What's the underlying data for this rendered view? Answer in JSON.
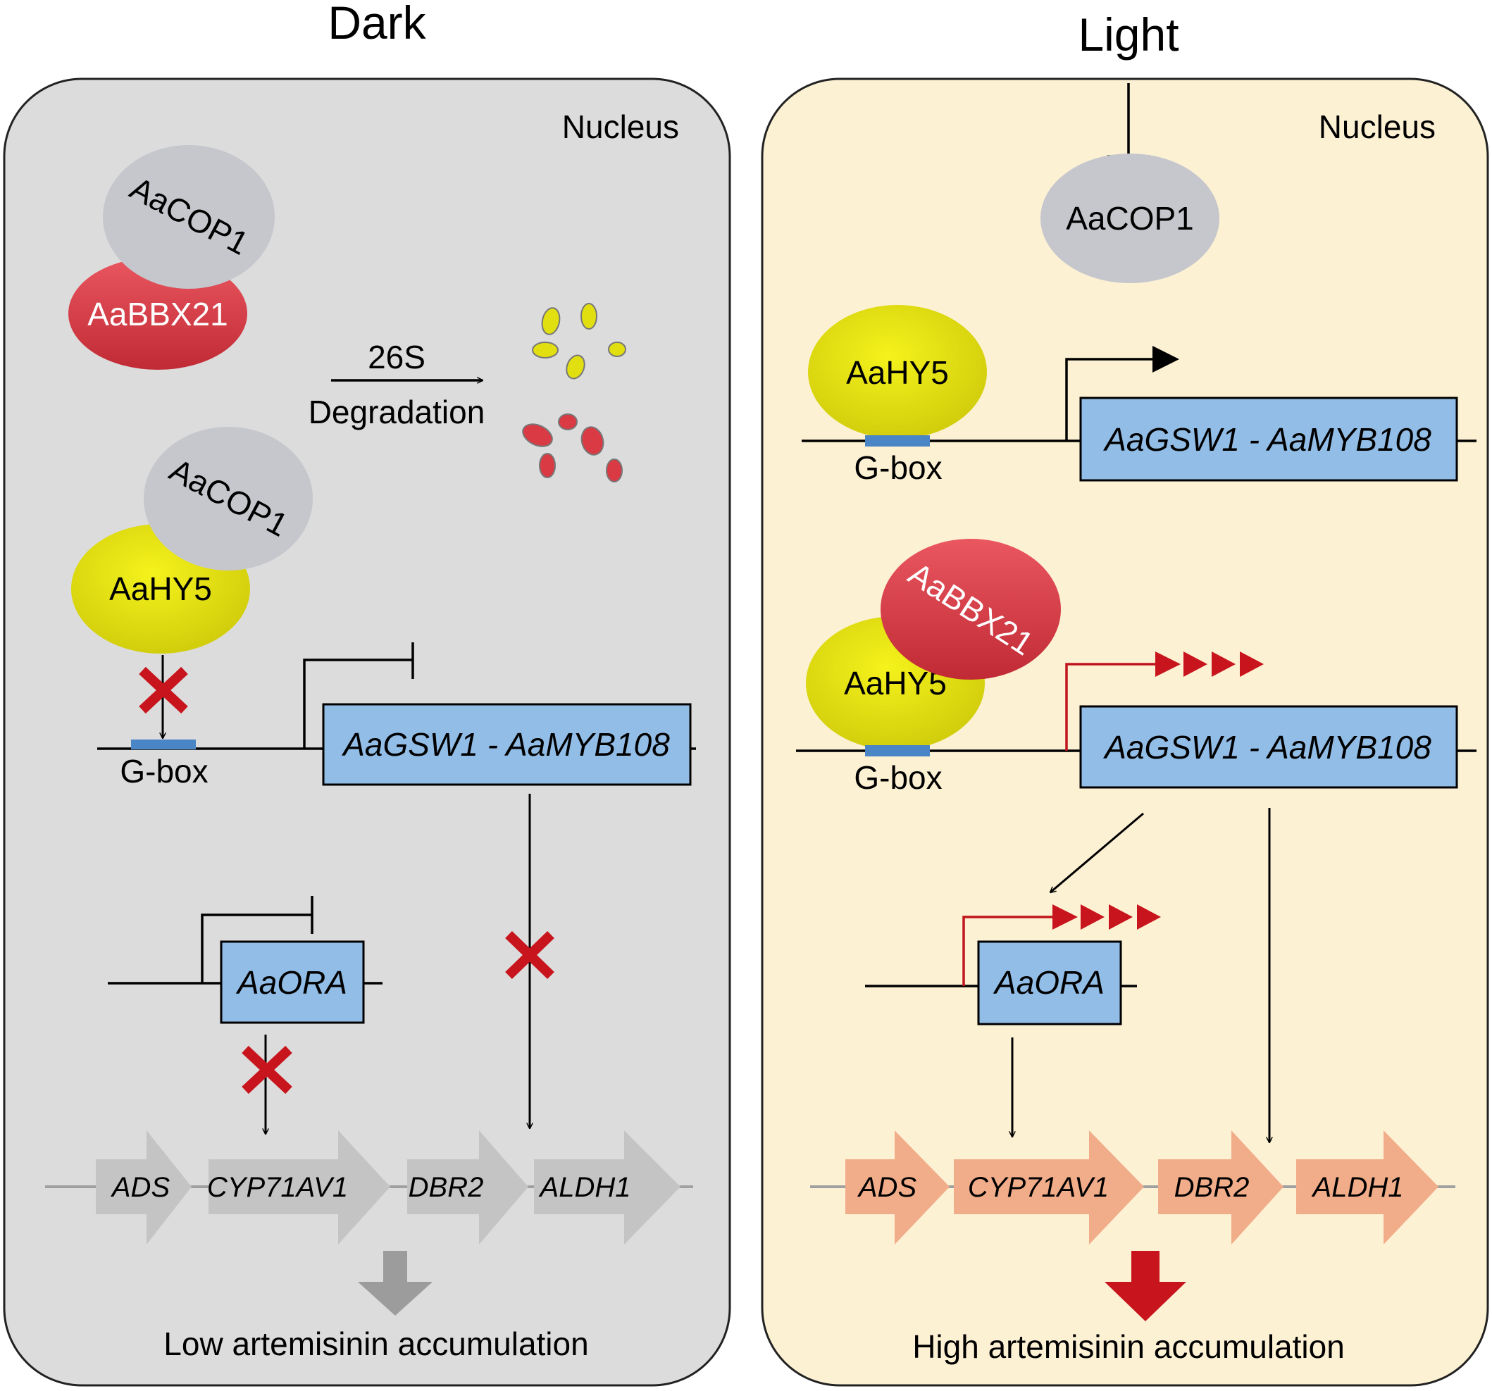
{
  "panels": {
    "dark": {
      "title": "Dark",
      "compartment": "Nucleus",
      "proteins": {
        "cop1_a": "AaCOP1",
        "bbx21": "AaBBX21",
        "cop1_b": "AaCOP1",
        "hy5": "AaHY5"
      },
      "degradation": {
        "top": "26S",
        "bottom": "Degradation"
      },
      "gbox": "G-box",
      "target_gene": "AaGSW1 - AaMYB108",
      "ora_gene": "AaORA",
      "pathway_genes": [
        "ADS",
        "CYP71AV1",
        "DBR2",
        "ALDH1"
      ],
      "result": "Low artemisinin accumulation",
      "colors": {
        "background": "#dcdcdc",
        "gene_arrows": "#c4c4c4",
        "result_arrow": "#9c9c9c"
      }
    },
    "light": {
      "title": "Light",
      "compartment": "Nucleus",
      "proteins": {
        "cop1": "AaCOP1",
        "hy5_a": "AaHY5",
        "hy5_b": "AaHY5",
        "bbx21": "AaBBX21"
      },
      "gbox_a": "G-box",
      "gbox_b": "G-box",
      "target_gene_a": "AaGSW1 - AaMYB108",
      "target_gene_b": "AaGSW1 - AaMYB108",
      "ora_gene": "AaORA",
      "pathway_genes": [
        "ADS",
        "CYP71AV1",
        "DBR2",
        "ALDH1"
      ],
      "result": "High artemisinin accumulation",
      "colors": {
        "background": "#fdf1d4",
        "gene_arrows": "#f1ad8a",
        "result_arrow": "#c8141c"
      }
    }
  },
  "colors": {
    "cop1": "#c5c7cd",
    "bbx21": "#d93a44",
    "hy5": "#e2df10",
    "gene_box": "#92bde6",
    "gbox": "#4a86c5",
    "block_cross": "#c8141c",
    "activation": "#c0141c"
  }
}
